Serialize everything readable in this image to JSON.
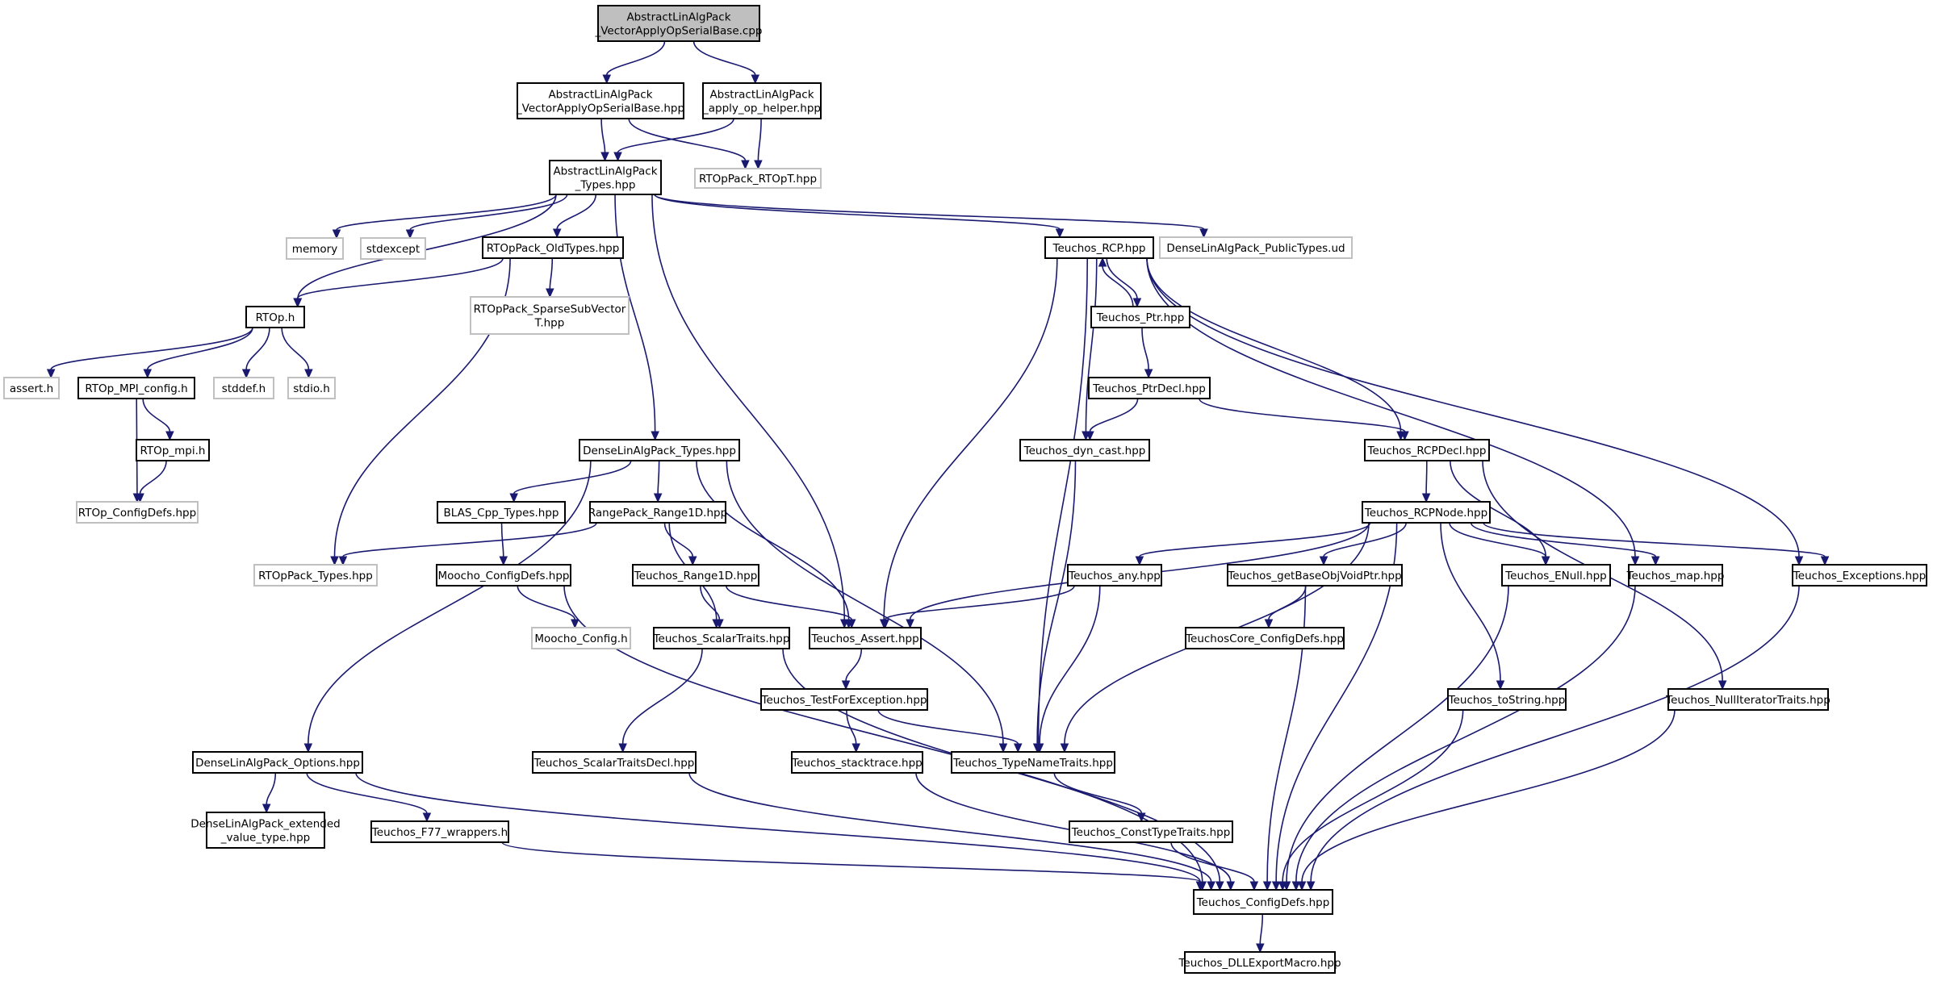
{
  "colors": {
    "edge": "#191970",
    "node_border": "#000000",
    "external_border": "#c0c0c0",
    "root_fill": "#bfbfbf",
    "node_fill": "#ffffff"
  },
  "nodes": [
    {
      "id": "root",
      "lines": [
        "AbstractLinAlgPack",
        "_VectorApplyOpSerialBase.cpp"
      ],
      "kind": "root"
    },
    {
      "id": "vaosb_hpp",
      "lines": [
        "AbstractLinAlgPack",
        "_VectorApplyOpSerialBase.hpp"
      ],
      "kind": "internal"
    },
    {
      "id": "apply_op_helper",
      "lines": [
        "AbstractLinAlgPack",
        "_apply_op_helper.hpp"
      ],
      "kind": "internal"
    },
    {
      "id": "alap_types",
      "lines": [
        "AbstractLinAlgPack",
        "_Types.hpp"
      ],
      "kind": "internal"
    },
    {
      "id": "rtopt",
      "lines": [
        "RTOpPack_RTOpT.hpp"
      ],
      "kind": "external"
    },
    {
      "id": "memory",
      "lines": [
        "memory"
      ],
      "kind": "external"
    },
    {
      "id": "stdexcept",
      "lines": [
        "stdexcept"
      ],
      "kind": "external"
    },
    {
      "id": "oldtypes",
      "lines": [
        "RTOpPack_OldTypes.hpp"
      ],
      "kind": "internal"
    },
    {
      "id": "rcp",
      "lines": [
        "Teuchos_RCP.hpp"
      ],
      "kind": "internal"
    },
    {
      "id": "dla_public",
      "lines": [
        "DenseLinAlgPack_PublicTypes.ud"
      ],
      "kind": "external"
    },
    {
      "id": "rtop_h",
      "lines": [
        "RTOp.h"
      ],
      "kind": "internal"
    },
    {
      "id": "sparse",
      "lines": [
        "RTOpPack_SparseSubVector",
        "T.hpp"
      ],
      "kind": "external"
    },
    {
      "id": "ptr",
      "lines": [
        "Teuchos_Ptr.hpp"
      ],
      "kind": "internal"
    },
    {
      "id": "assert_h",
      "lines": [
        "assert.h"
      ],
      "kind": "external"
    },
    {
      "id": "mpi_config",
      "lines": [
        "RTOp_MPI_config.h"
      ],
      "kind": "internal"
    },
    {
      "id": "stddef",
      "lines": [
        "stddef.h"
      ],
      "kind": "external"
    },
    {
      "id": "stdio",
      "lines": [
        "stdio.h"
      ],
      "kind": "external"
    },
    {
      "id": "ptrdecl",
      "lines": [
        "Teuchos_PtrDecl.hpp"
      ],
      "kind": "internal"
    },
    {
      "id": "rtop_mpi",
      "lines": [
        "RTOp_mpi.h"
      ],
      "kind": "internal"
    },
    {
      "id": "dla_types",
      "lines": [
        "DenseLinAlgPack_Types.hpp"
      ],
      "kind": "internal"
    },
    {
      "id": "dyn_cast",
      "lines": [
        "Teuchos_dyn_cast.hpp"
      ],
      "kind": "internal"
    },
    {
      "id": "rcpdecl",
      "lines": [
        "Teuchos_RCPDecl.hpp"
      ],
      "kind": "internal"
    },
    {
      "id": "rtop_configdefs",
      "lines": [
        "RTOp_ConfigDefs.hpp"
      ],
      "kind": "external"
    },
    {
      "id": "blas",
      "lines": [
        "BLAS_Cpp_Types.hpp"
      ],
      "kind": "internal"
    },
    {
      "id": "range1d",
      "lines": [
        "RangePack_Range1D.hpp"
      ],
      "kind": "internal"
    },
    {
      "id": "rcpnode",
      "lines": [
        "Teuchos_RCPNode.hpp"
      ],
      "kind": "internal"
    },
    {
      "id": "rtoppack_types",
      "lines": [
        "RTOpPack_Types.hpp"
      ],
      "kind": "external"
    },
    {
      "id": "moocho_configdefs",
      "lines": [
        "Moocho_ConfigDefs.hpp"
      ],
      "kind": "internal"
    },
    {
      "id": "t_range1d",
      "lines": [
        "Teuchos_Range1D.hpp"
      ],
      "kind": "internal"
    },
    {
      "id": "any",
      "lines": [
        "Teuchos_any.hpp"
      ],
      "kind": "internal"
    },
    {
      "id": "getbase",
      "lines": [
        "Teuchos_getBaseObjVoidPtr.hpp"
      ],
      "kind": "internal"
    },
    {
      "id": "enull",
      "lines": [
        "Teuchos_ENull.hpp"
      ],
      "kind": "internal"
    },
    {
      "id": "map",
      "lines": [
        "Teuchos_map.hpp"
      ],
      "kind": "internal"
    },
    {
      "id": "exceptions",
      "lines": [
        "Teuchos_Exceptions.hpp"
      ],
      "kind": "internal"
    },
    {
      "id": "moocho_config",
      "lines": [
        "Moocho_Config.h"
      ],
      "kind": "external"
    },
    {
      "id": "scalartraits",
      "lines": [
        "Teuchos_ScalarTraits.hpp"
      ],
      "kind": "internal"
    },
    {
      "id": "assert_hpp",
      "lines": [
        "Teuchos_Assert.hpp"
      ],
      "kind": "internal"
    },
    {
      "id": "core_configdefs",
      "lines": [
        "TeuchosCore_ConfigDefs.hpp"
      ],
      "kind": "internal"
    },
    {
      "id": "testforexc",
      "lines": [
        "Teuchos_TestForException.hpp"
      ],
      "kind": "internal"
    },
    {
      "id": "tostring",
      "lines": [
        "Teuchos_toString.hpp"
      ],
      "kind": "internal"
    },
    {
      "id": "nulliter",
      "lines": [
        "Teuchos_NullIteratorTraits.hpp"
      ],
      "kind": "internal"
    },
    {
      "id": "dla_options",
      "lines": [
        "DenseLinAlgPack_Options.hpp"
      ],
      "kind": "internal"
    },
    {
      "id": "scalartraitsdecl",
      "lines": [
        "Teuchos_ScalarTraitsDecl.hpp"
      ],
      "kind": "internal"
    },
    {
      "id": "stacktrace",
      "lines": [
        "Teuchos_stacktrace.hpp"
      ],
      "kind": "internal"
    },
    {
      "id": "typenametraits",
      "lines": [
        "Teuchos_TypeNameTraits.hpp"
      ],
      "kind": "internal"
    },
    {
      "id": "extended",
      "lines": [
        "DenseLinAlgPack_extended",
        "_value_type.hpp"
      ],
      "kind": "internal"
    },
    {
      "id": "f77",
      "lines": [
        "Teuchos_F77_wrappers.h"
      ],
      "kind": "internal"
    },
    {
      "id": "consttype",
      "lines": [
        "Teuchos_ConstTypeTraits.hpp"
      ],
      "kind": "internal"
    },
    {
      "id": "t_configdefs",
      "lines": [
        "Teuchos_ConfigDefs.hpp"
      ],
      "kind": "internal"
    },
    {
      "id": "dllexport",
      "lines": [
        "Teuchos_DLLExportMacro.hpp"
      ],
      "kind": "internal"
    }
  ],
  "edges": [
    [
      "root",
      "vaosb_hpp"
    ],
    [
      "root",
      "apply_op_helper"
    ],
    [
      "vaosb_hpp",
      "alap_types"
    ],
    [
      "vaosb_hpp",
      "rtopt"
    ],
    [
      "apply_op_helper",
      "alap_types"
    ],
    [
      "apply_op_helper",
      "rtopt"
    ],
    [
      "alap_types",
      "memory"
    ],
    [
      "alap_types",
      "stdexcept"
    ],
    [
      "alap_types",
      "oldtypes"
    ],
    [
      "alap_types",
      "rtop_h"
    ],
    [
      "alap_types",
      "dla_types"
    ],
    [
      "alap_types",
      "assert_hpp"
    ],
    [
      "alap_types",
      "rcp"
    ],
    [
      "alap_types",
      "dla_public"
    ],
    [
      "oldtypes",
      "rtop_h"
    ],
    [
      "oldtypes",
      "sparse"
    ],
    [
      "oldtypes",
      "rtoppack_types"
    ],
    [
      "rtop_h",
      "assert_h"
    ],
    [
      "rtop_h",
      "mpi_config"
    ],
    [
      "rtop_h",
      "stddef"
    ],
    [
      "rtop_h",
      "stdio"
    ],
    [
      "mpi_config",
      "rtop_mpi"
    ],
    [
      "mpi_config",
      "rtop_configdefs"
    ],
    [
      "rtop_mpi",
      "rtop_configdefs"
    ],
    [
      "rcp",
      "ptr"
    ],
    [
      "ptr",
      "rcp"
    ],
    [
      "rcp",
      "dyn_cast"
    ],
    [
      "rcp",
      "rcpdecl"
    ],
    [
      "rcp",
      "assert_hpp"
    ],
    [
      "rcp",
      "typenametraits"
    ],
    [
      "rcp",
      "map"
    ],
    [
      "rcp",
      "exceptions"
    ],
    [
      "ptr",
      "ptrdecl"
    ],
    [
      "ptrdecl",
      "dyn_cast"
    ],
    [
      "ptrdecl",
      "rcpdecl"
    ],
    [
      "dyn_cast",
      "typenametraits"
    ],
    [
      "rcpdecl",
      "rcpnode"
    ],
    [
      "rcpdecl",
      "enull"
    ],
    [
      "rcpdecl",
      "nulliter"
    ],
    [
      "rcpnode",
      "assert_hpp"
    ],
    [
      "rcpnode",
      "any"
    ],
    [
      "rcpnode",
      "getbase"
    ],
    [
      "rcpnode",
      "enull"
    ],
    [
      "rcpnode",
      "map"
    ],
    [
      "rcpnode",
      "exceptions"
    ],
    [
      "rcpnode",
      "typenametraits"
    ],
    [
      "rcpnode",
      "tostring"
    ],
    [
      "rcpnode",
      "t_configdefs"
    ],
    [
      "dla_types",
      "blas"
    ],
    [
      "dla_types",
      "range1d"
    ],
    [
      "dla_types",
      "assert_hpp"
    ],
    [
      "dla_types",
      "typenametraits"
    ],
    [
      "dla_types",
      "dla_options"
    ],
    [
      "blas",
      "moocho_configdefs"
    ],
    [
      "range1d",
      "rtoppack_types"
    ],
    [
      "range1d",
      "t_range1d"
    ],
    [
      "range1d",
      "scalartraits"
    ],
    [
      "moocho_configdefs",
      "moocho_config"
    ],
    [
      "moocho_configdefs",
      "t_configdefs"
    ],
    [
      "t_range1d",
      "scalartraits"
    ],
    [
      "t_range1d",
      "assert_hpp"
    ],
    [
      "any",
      "assert_hpp"
    ],
    [
      "any",
      "typenametraits"
    ],
    [
      "getbase",
      "core_configdefs"
    ],
    [
      "getbase",
      "t_configdefs"
    ],
    [
      "enull",
      "t_configdefs"
    ],
    [
      "map",
      "t_configdefs"
    ],
    [
      "exceptions",
      "t_configdefs"
    ],
    [
      "scalartraits",
      "scalartraitsdecl"
    ],
    [
      "scalartraits",
      "t_configdefs"
    ],
    [
      "assert_hpp",
      "testforexc"
    ],
    [
      "testforexc",
      "stacktrace"
    ],
    [
      "testforexc",
      "typenametraits"
    ],
    [
      "tostring",
      "t_configdefs"
    ],
    [
      "nulliter",
      "t_configdefs"
    ],
    [
      "dla_options",
      "extended"
    ],
    [
      "dla_options",
      "f77"
    ],
    [
      "dla_options",
      "t_configdefs"
    ],
    [
      "scalartraitsdecl",
      "t_configdefs"
    ],
    [
      "stacktrace",
      "t_configdefs"
    ],
    [
      "typenametraits",
      "consttype"
    ],
    [
      "f77",
      "t_configdefs"
    ],
    [
      "consttype",
      "t_configdefs"
    ],
    [
      "t_configdefs",
      "dllexport"
    ]
  ]
}
